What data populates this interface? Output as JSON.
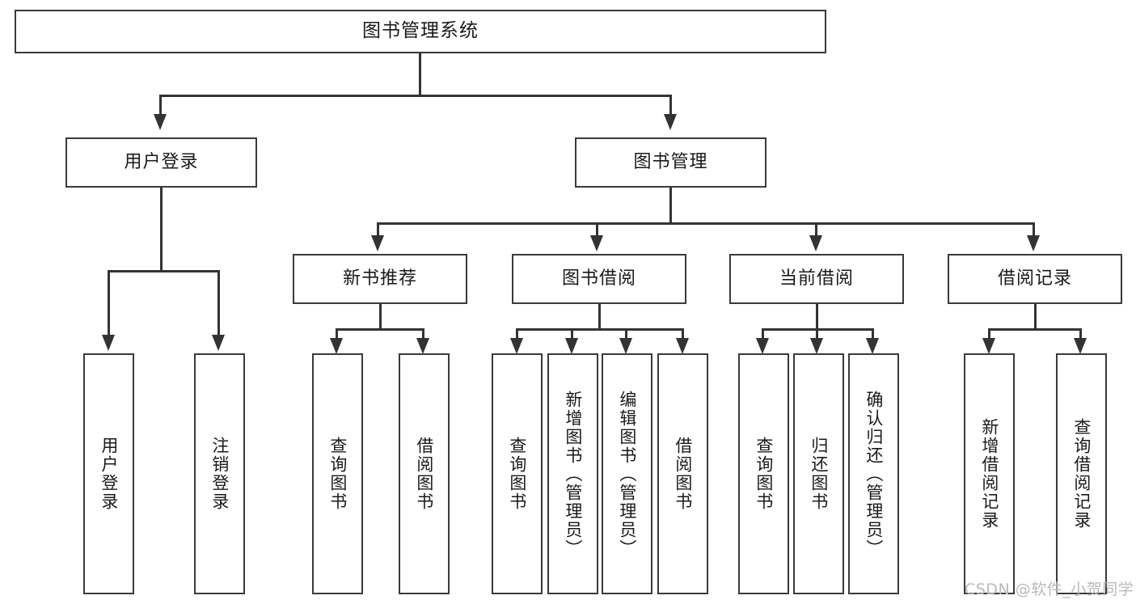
{
  "diagram": {
    "title": "图书管理系统",
    "watermark": "CSDN @软件_小贺同学",
    "colors": {
      "box_border": "#3a3a3a",
      "edge": "#333333",
      "background": "#ffffff",
      "text": "#1a1a1a",
      "watermark": "#b9b9b9"
    },
    "levels": {
      "level1": [
        {
          "id": "root",
          "label": "图书管理系统"
        }
      ],
      "level2": [
        {
          "id": "user-login",
          "label": "用户登录",
          "parent": "root"
        },
        {
          "id": "book-manage",
          "label": "图书管理",
          "parent": "root"
        }
      ],
      "level3": [
        {
          "id": "new-book-rec",
          "label": "新书推荐",
          "parent": "book-manage"
        },
        {
          "id": "book-borrow",
          "label": "图书借阅",
          "parent": "book-manage"
        },
        {
          "id": "current-borrow",
          "label": "当前借阅",
          "parent": "book-manage"
        },
        {
          "id": "borrow-record",
          "label": "借阅记录",
          "parent": "book-manage"
        }
      ],
      "leaves": [
        {
          "id": "leaf-user-login",
          "label": "用户登录",
          "parent": "user-login"
        },
        {
          "id": "leaf-logout",
          "label": "注销登录",
          "parent": "user-login"
        },
        {
          "id": "leaf-query-book-1",
          "label": "查询图书",
          "parent": "new-book-rec"
        },
        {
          "id": "leaf-borrow-book-1",
          "label": "借阅图书",
          "parent": "new-book-rec"
        },
        {
          "id": "leaf-query-book-2",
          "label": "查询图书",
          "parent": "book-borrow"
        },
        {
          "id": "leaf-add-book",
          "label": "新增图书（管理员）",
          "parent": "book-borrow"
        },
        {
          "id": "leaf-edit-book",
          "label": "编辑图书（管理员）",
          "parent": "book-borrow"
        },
        {
          "id": "leaf-borrow-book-2",
          "label": "借阅图书",
          "parent": "book-borrow"
        },
        {
          "id": "leaf-query-book-3",
          "label": "查询图书",
          "parent": "current-borrow"
        },
        {
          "id": "leaf-return-book",
          "label": "归还图书",
          "parent": "current-borrow"
        },
        {
          "id": "leaf-confirm-return",
          "label": "确认归还（管理员）",
          "parent": "current-borrow"
        },
        {
          "id": "leaf-add-record",
          "label": "新增借阅记录",
          "parent": "borrow-record"
        },
        {
          "id": "leaf-query-record",
          "label": "查询借阅记录",
          "parent": "borrow-record"
        }
      ]
    }
  }
}
